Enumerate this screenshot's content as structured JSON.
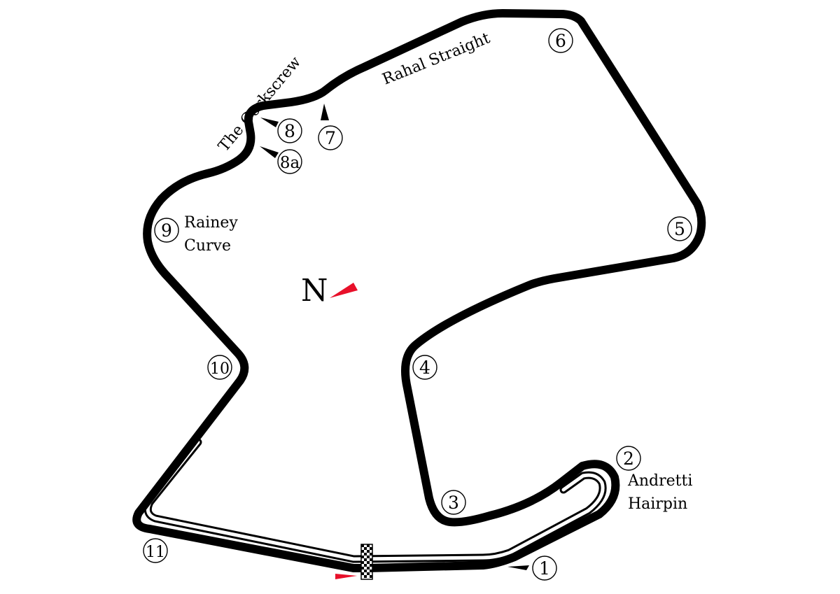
{
  "map": {
    "track_color": "#000000",
    "marker_color": "#000000",
    "accent_color": "#e8102a",
    "north_label": "N",
    "turns": [
      {
        "id": "1",
        "label": "1"
      },
      {
        "id": "2",
        "label": "2"
      },
      {
        "id": "3",
        "label": "3"
      },
      {
        "id": "4",
        "label": "4"
      },
      {
        "id": "5",
        "label": "5"
      },
      {
        "id": "6",
        "label": "6"
      },
      {
        "id": "7",
        "label": "7"
      },
      {
        "id": "8",
        "label": "8"
      },
      {
        "id": "8a",
        "label": "8a"
      },
      {
        "id": "9",
        "label": "9"
      },
      {
        "id": "10",
        "label": "10"
      },
      {
        "id": "11",
        "label": "11"
      }
    ],
    "names": {
      "corkscrew": "The Corkscrew",
      "rahal": "Rahal Straight",
      "rainey_line1": "Rainey",
      "rainey_line2": "Curve",
      "andretti_line1": "Andretti",
      "andretti_line2": "Hairpin"
    },
    "icons": {
      "start_finish": "checkered-flag-icon",
      "direction": "arrow-icon",
      "north": "north-arrow-icon"
    }
  }
}
